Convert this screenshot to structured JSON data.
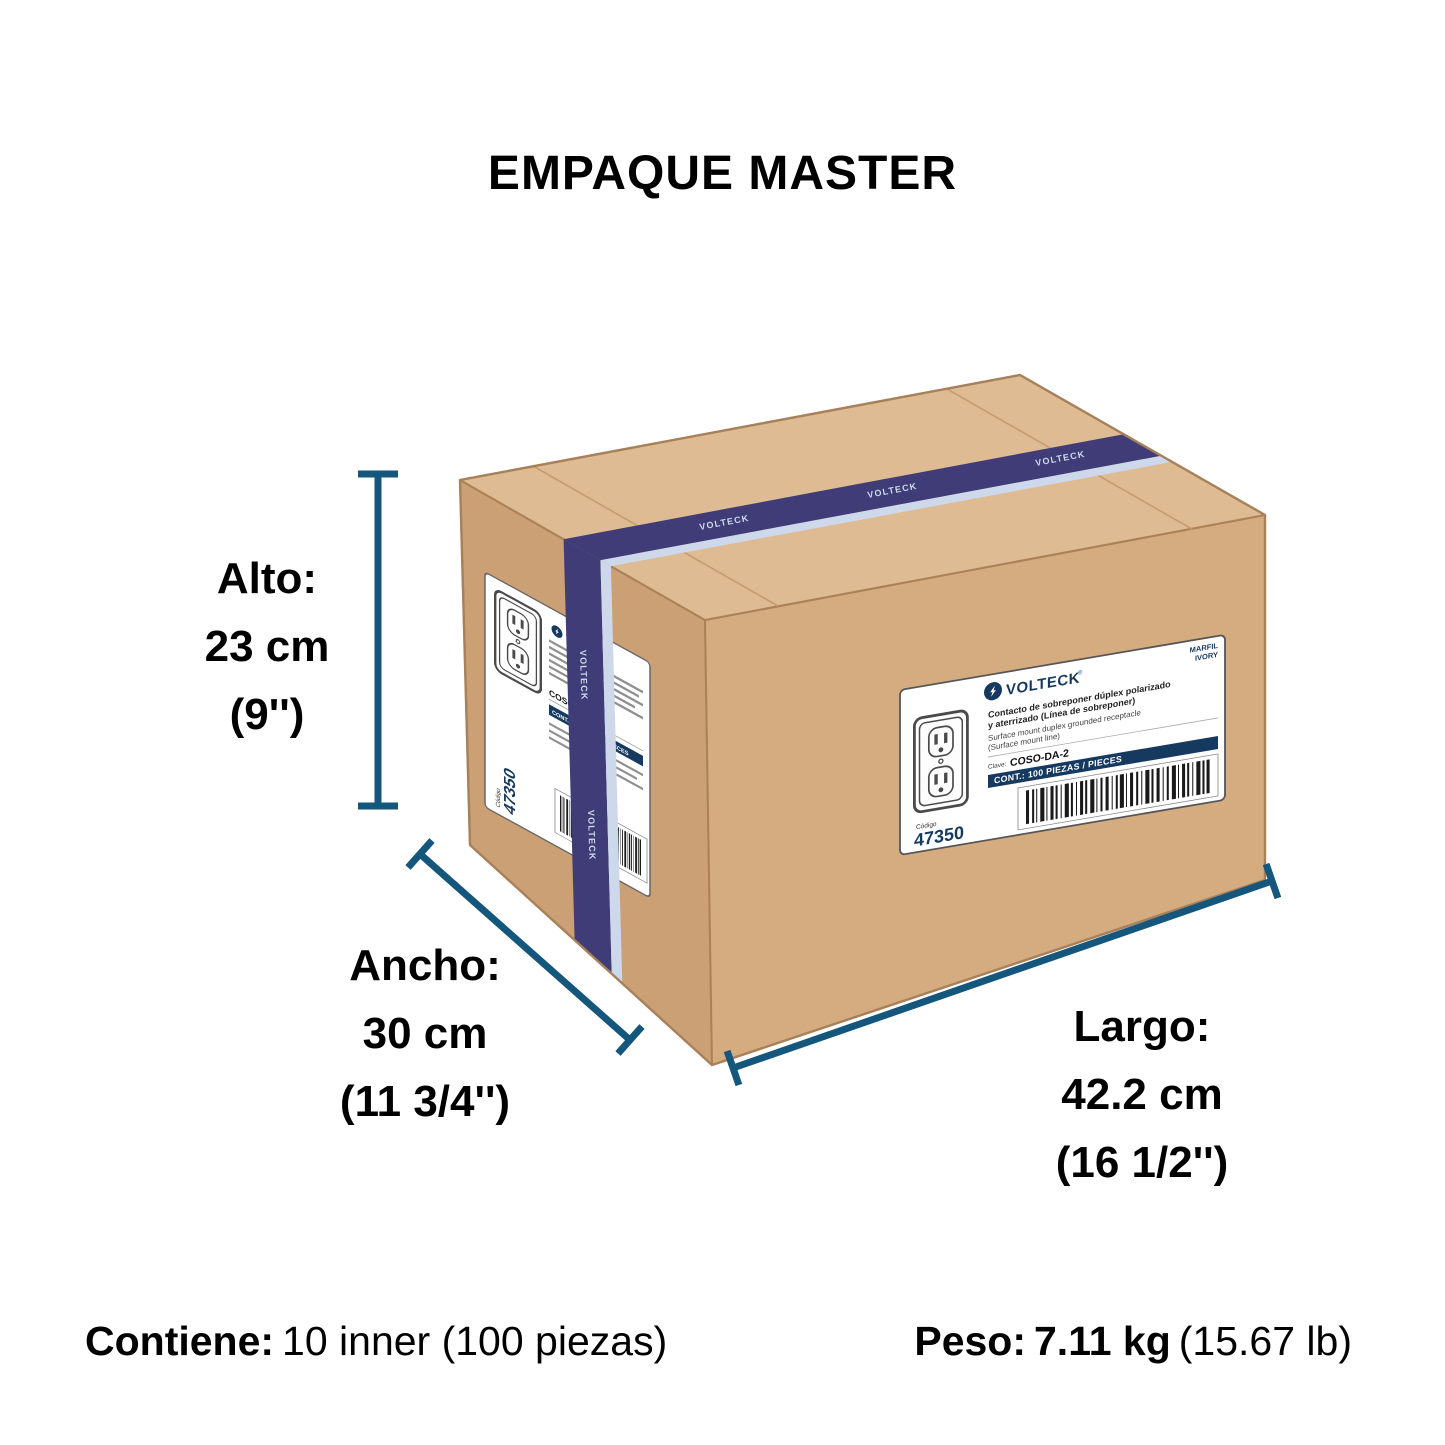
{
  "title": "EMPAQUE MASTER",
  "dimensions": {
    "alto": {
      "label": "Alto:",
      "value": "23 cm",
      "inches": "(9'')"
    },
    "ancho": {
      "label": "Ancho:",
      "value": "30 cm",
      "inches": "(11 3/4'')"
    },
    "largo": {
      "label": "Largo:",
      "value": "42.2 cm",
      "inches": "(16 1/2'')"
    }
  },
  "footer": {
    "contiene_label": "Contiene:",
    "contiene_value": "10 inner (100 piezas)",
    "peso_label": "Peso:",
    "peso_value": "7.11 kg",
    "peso_alt": "(15.67 lb)"
  },
  "box_label": {
    "brand": "VOLTECK",
    "registered": "®",
    "finish_line1": "MARFIL",
    "finish_line2": "IVORY",
    "desc_es_line1": "Contacto de sobreponer dúplex polarizado",
    "desc_es_line2": "y aterrizado (Línea de sobreponer)",
    "desc_en_line1": "Surface mount duplex grounded receptacle",
    "desc_en_line2": "(Surface mount line)",
    "clave_label": "Clave:",
    "clave_value": "COSO-DA-2",
    "content_line": "CONT.: 100 PIEZAS / PIECES",
    "codigo_label": "Código",
    "codigo_value": "47350"
  },
  "colors": {
    "accent_blue": "#15567d",
    "tape_dark": "#3f3c78",
    "tape_light": "#cdd9ea",
    "cardboard_top": "#debb92",
    "cardboard_front": "#d5ab80",
    "cardboard_side": "#caa074",
    "label_navy": "#16395f"
  }
}
